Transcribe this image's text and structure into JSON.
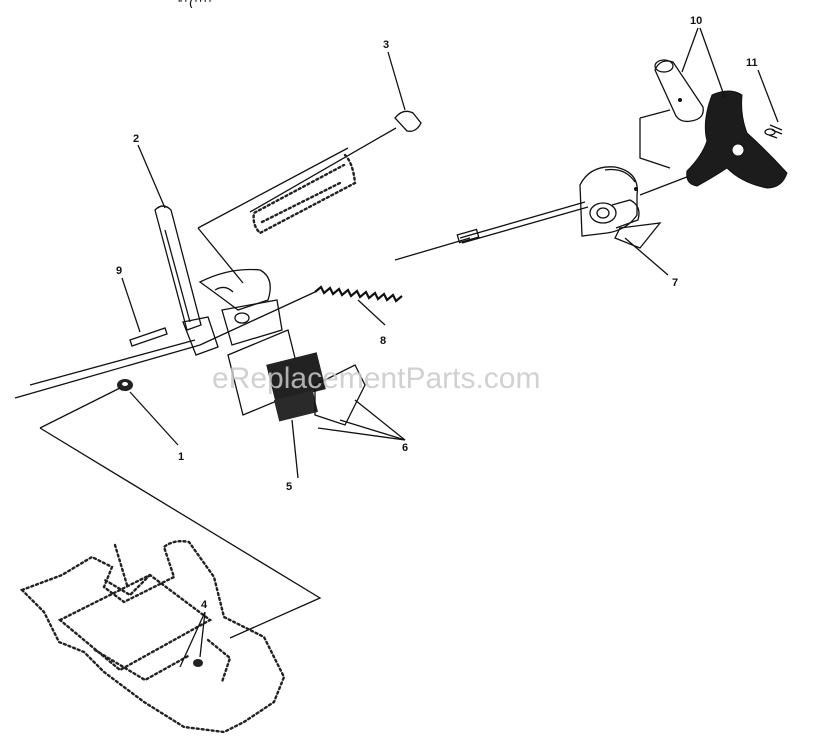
{
  "watermark": "eReplacementParts.com",
  "header_text": "\"  ' ( '  '  '  '",
  "callouts": {
    "c1": "1",
    "c2": "2",
    "c3": "3",
    "c4": "4",
    "c5": "5",
    "c6": "6",
    "c7": "7",
    "c8": "8",
    "c9": "9",
    "c10": "10",
    "c11": "11"
  },
  "colors": {
    "ink": "#111111",
    "background": "#ffffff",
    "watermark": "#c9c9c9"
  }
}
